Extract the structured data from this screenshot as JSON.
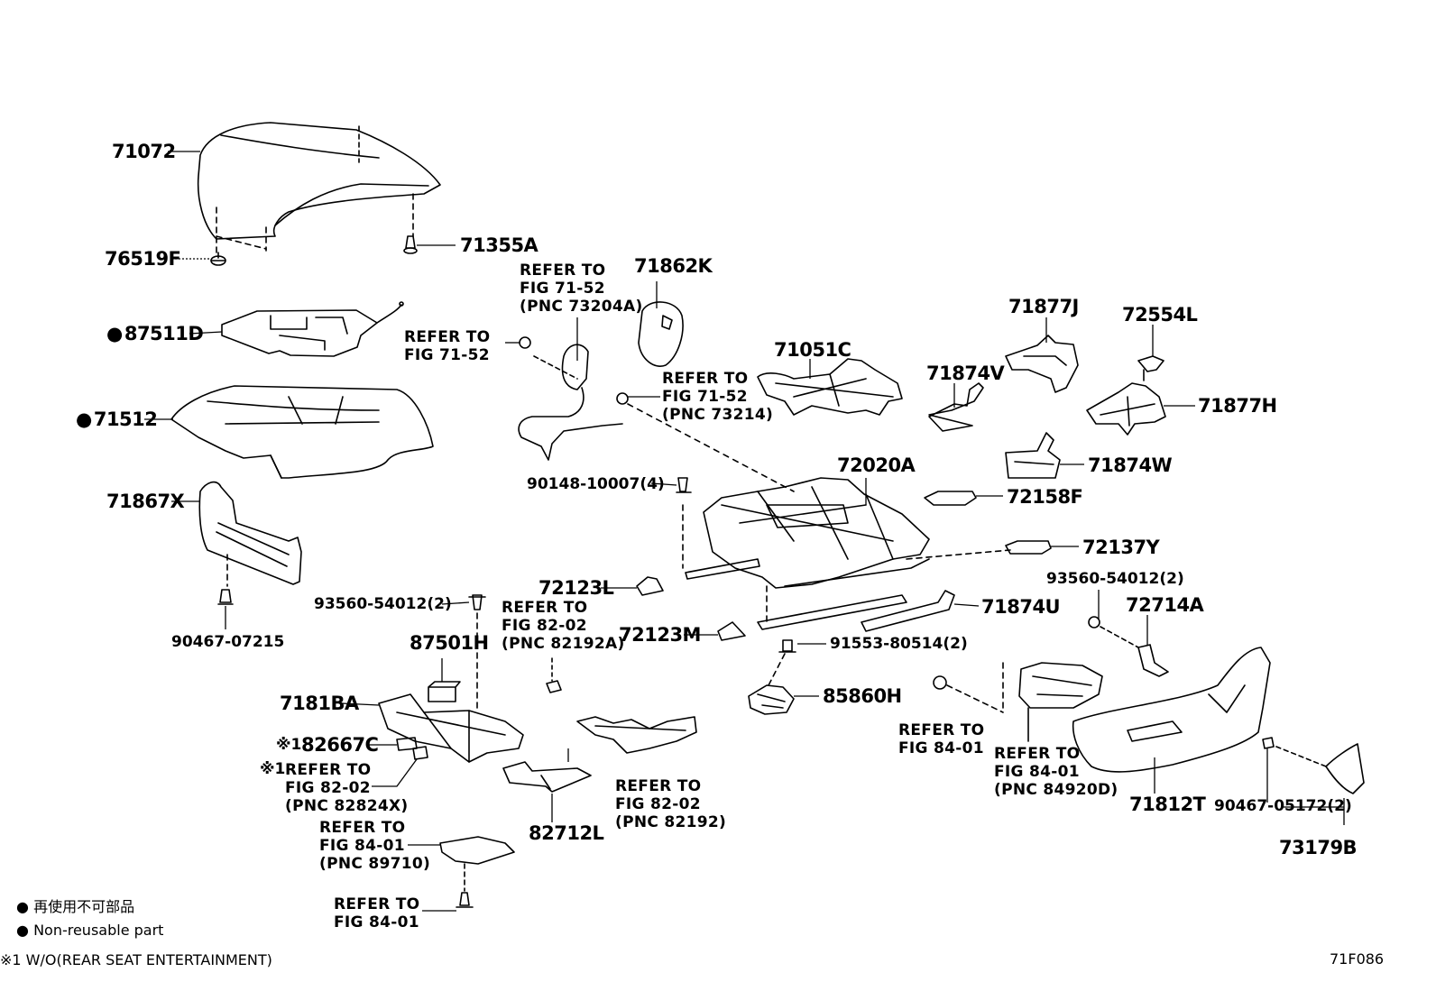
{
  "figure_id": "71F086",
  "parts": {
    "p71072": "71072",
    "p76519F": "76519F",
    "p71355A": "71355A",
    "p87511D": "87511D",
    "p71512": "71512",
    "p71867X": "71867X",
    "p90467_07215": "90467-07215",
    "p71862K": "71862K",
    "p71051C": "71051C",
    "p71877J": "71877J",
    "p72554L": "72554L",
    "p71874V": "71874V",
    "p71877H": "71877H",
    "p71874W": "71874W",
    "p72020A": "72020A",
    "p72158F": "72158F",
    "p72137Y": "72137Y",
    "p90148": "90148-10007(4)",
    "p72123L": "72123L",
    "p72123M": "72123M",
    "p93560_a": "93560-54012(2)",
    "p93560_b": "93560-54012(2)",
    "p72714A": "72714A",
    "p71874U": "71874U",
    "p91553": "91553-80514(2)",
    "p85860H": "85860H",
    "p87501H": "87501H",
    "p7181BA": "7181BA",
    "p82667C": "82667C",
    "p82712L": "82712L",
    "p71812T": "71812T",
    "p90467_05172": "90467-05172(2)",
    "p73179B": "73179B"
  },
  "refs": {
    "r_71_52_73204A": "REFER TO\nFIG 71-52\n(PNC 73204A)",
    "r_71_52": "REFER TO\nFIG 71-52",
    "r_71_52_73214": "REFER TO\nFIG 71-52\n(PNC 73214)",
    "r_82_02_82192A": "REFER TO\nFIG 82-02\n(PNC 82192A)",
    "r_82_02_82824X": "REFER TO\nFIG 82-02\n(PNC 82824X)",
    "r_82_02_82192": "REFER TO\nFIG 82-02\n(PNC 82192)",
    "r_84_01_89710": "REFER TO\nFIG 84-01\n(PNC 89710)",
    "r_84_01_bottom": "REFER TO\nFIG 84-01",
    "r_84_01_mid": "REFER TO\nFIG 84-01",
    "r_84_01_84920D": "REFER TO\nFIG 84-01\n(PNC 84920D)"
  },
  "marks": {
    "note1_prefix": "※1",
    "note1_prefix_b": "※1"
  },
  "legend": {
    "non_reusable_jp": "再使用不可部品",
    "non_reusable_en": "Non-reusable part",
    "note1": "※1 W/O(REAR SEAT ENTERTAINMENT)"
  }
}
